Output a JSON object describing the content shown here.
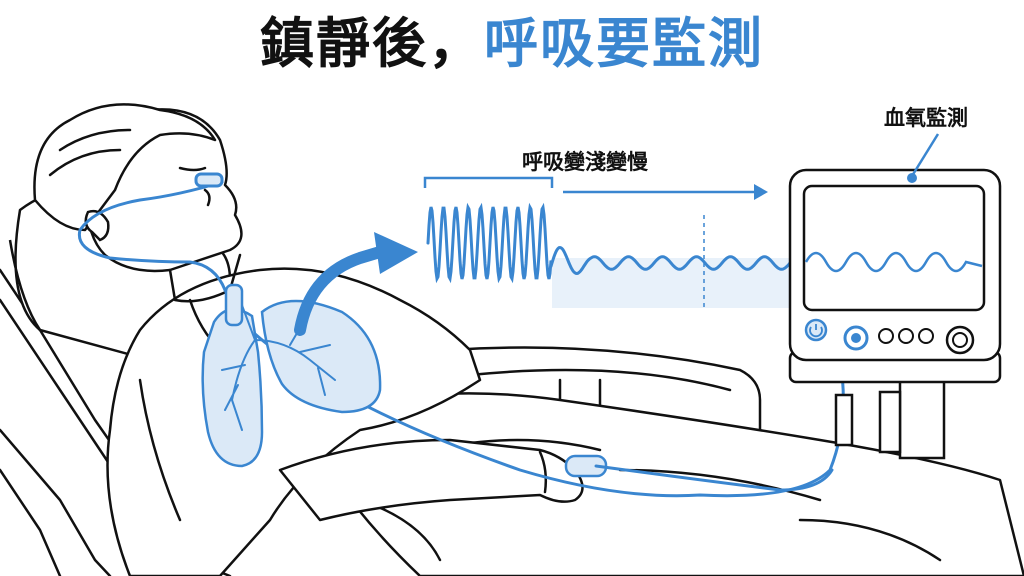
{
  "title": {
    "part1": "鎮靜後，",
    "part2": "呼吸要監測"
  },
  "labels": {
    "breathing_change": "呼吸變淺變慢",
    "oxygen_monitoring": "血氧監測"
  },
  "colors": {
    "accent": "#3a86d0",
    "accent_light": "#dbe9f7",
    "line": "#111111"
  }
}
